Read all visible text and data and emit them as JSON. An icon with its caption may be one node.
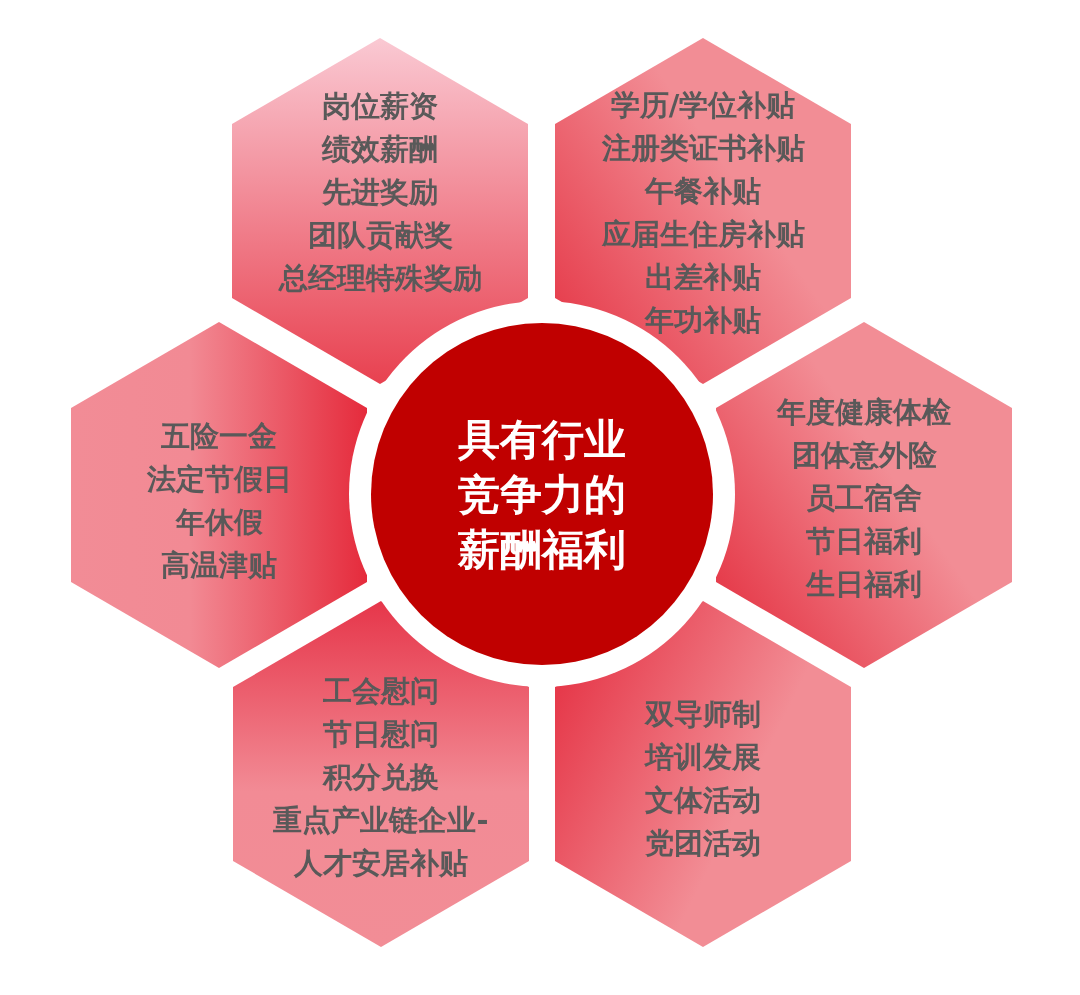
{
  "diagram": {
    "nodes": [
      {
        "text": [
          "岗位薪资",
          "绩效薪酬",
          "先进奖励",
          "团队贡献奖",
          "总经理特殊奖励"
        ]
      },
      {
        "text": [
          "学历/学位补贴",
          "注册类证书补贴",
          "午餐补贴",
          "应届生住房补贴",
          "出差补贴",
          "年功补贴"
        ]
      },
      {
        "text": [
          "五险一金",
          "法定节假日",
          "年休假",
          "高温津贴"
        ]
      },
      {
        "text": [
          "具有行业竞争力的薪酬福利"
        ]
      },
      {
        "text": [
          "年度健康体检",
          "团体意外险",
          "员工宿舍",
          "节日福利",
          "生日福利"
        ]
      },
      {
        "text": [
          "工会慰问",
          "节日慰问",
          "积分兑换",
          "重点产业链企业-人才安居补贴"
        ]
      },
      {
        "text": [
          "双导师制",
          "培训发展",
          "文体活动",
          "党团活动"
        ]
      }
    ]
  }
}
